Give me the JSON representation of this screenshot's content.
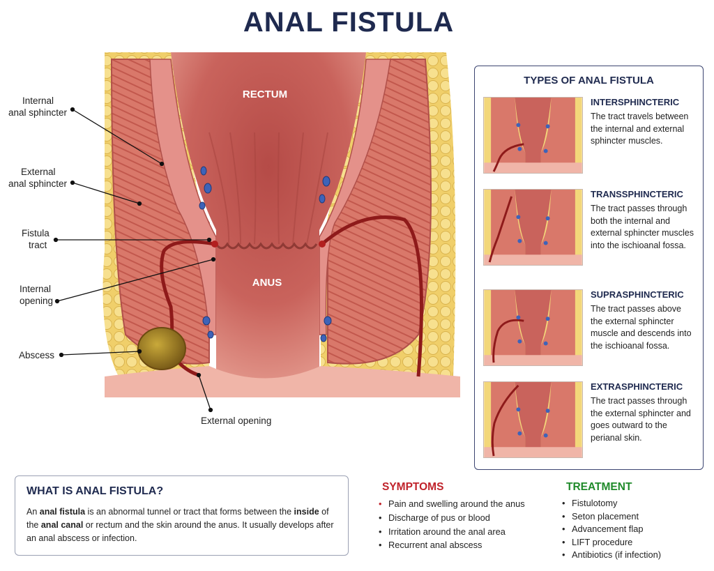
{
  "title": "ANAL FISTULA",
  "diagram": {
    "region_labels": {
      "rectum": "RECTUM",
      "anus": "ANUS"
    },
    "callouts": [
      {
        "id": "internal-sphincter",
        "lines": [
          "Internal",
          "anal sphincter"
        ]
      },
      {
        "id": "external-sphincter",
        "lines": [
          "External",
          "anal sphincter"
        ]
      },
      {
        "id": "fistula-tract",
        "lines": [
          "Fistula",
          "tract"
        ]
      },
      {
        "id": "internal-opening",
        "lines": [
          "Internal",
          "opening"
        ]
      },
      {
        "id": "abscess",
        "lines": [
          "Abscess"
        ]
      },
      {
        "id": "external-opening",
        "lines": [
          "External opening"
        ]
      }
    ]
  },
  "types": {
    "heading": "TYPES OF ANAL FISTULA",
    "items": [
      {
        "name": "INTERSPHINCTERIC",
        "desc": "The tract travels between the internal and external sphincter muscles."
      },
      {
        "name": "TRANSSPHINCTERIC",
        "desc": "The tract passes through both the internal and external sphincter muscles into the ischioanal fossa."
      },
      {
        "name": "SUPRASPHINCTERIC",
        "desc": "The tract passes above the external sphincter muscle and descends into the ischioanal fossa."
      },
      {
        "name": "EXTRASPHINCTERIC",
        "desc": "The tract passes through the external sphincter and goes outward to the perianal skin."
      }
    ]
  },
  "what": {
    "heading": "WHAT IS ANAL FISTULA?",
    "text": {
      "p1": "An ",
      "b1": "anal fistula",
      "p2": " is an abnormal tunnel or tract that forms between the ",
      "b2": "inside",
      "p3": " of the ",
      "b3": "anal canal",
      "p4": " or rectum and the skin around the anus. It usually develops after an anal abscess or infection."
    }
  },
  "symptoms": {
    "heading": "SYMPTOMS",
    "items": [
      "Pain and swelling around the anus",
      "Discharge of pus or blood",
      "Irritation around the anal area",
      "Recurrent anal abscess"
    ]
  },
  "treatment": {
    "heading": "TREATMENT",
    "items": [
      "Fistulotomy",
      "Seton placement",
      "Advancement flap",
      "LIFT procedure",
      "Antibiotics (if infection)"
    ]
  },
  "colors": {
    "title": "#1f2a4f",
    "symptoms": "#c0232b",
    "treatment": "#1f8a2a",
    "muscle": "#d9786a",
    "fat": "#f3d77a",
    "tract": "#8e1a1a"
  }
}
